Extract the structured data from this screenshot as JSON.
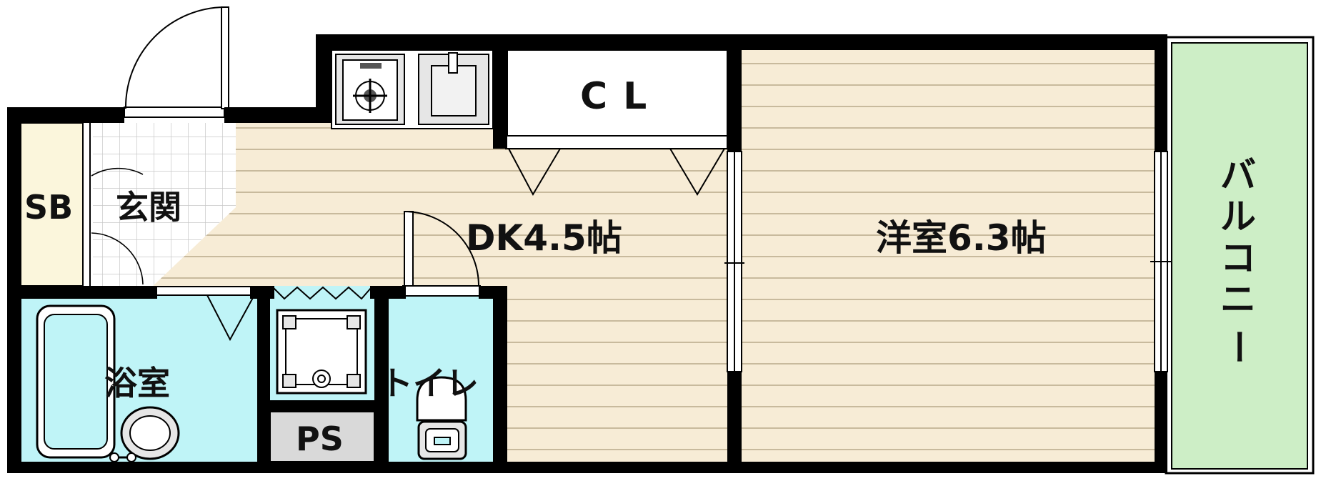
{
  "rooms": {
    "dk": "DK4.5帖",
    "western": "洋室6.3帖",
    "closet": "CL",
    "entrance": "玄関",
    "shoe_box": "SB",
    "bath": "浴室",
    "toilet": "トイレ",
    "pipe_space": "PS",
    "balcony_chars": [
      "バ",
      "ル",
      "コ",
      "ニ",
      "ー"
    ]
  },
  "colors": {
    "wall": "#000000",
    "floor": "#f7ecd6",
    "floor_lines": "#b9a98a",
    "wet_area": "#bff4f7",
    "balcony": "#cdeec6",
    "entrance_tile": "#ffffff",
    "shoe_box": "#fbf6dc",
    "pipe_space": "#d9d9d9",
    "fixtures": "#e6e6e6"
  },
  "icons": {
    "stove": "gas-stove-icon",
    "sink": "kitchen-sink-icon",
    "washer": "washing-machine-pan-icon",
    "bathtub": "bathtub-icon",
    "toilet": "toilet-icon",
    "washbasin": "washbasin-icon"
  }
}
